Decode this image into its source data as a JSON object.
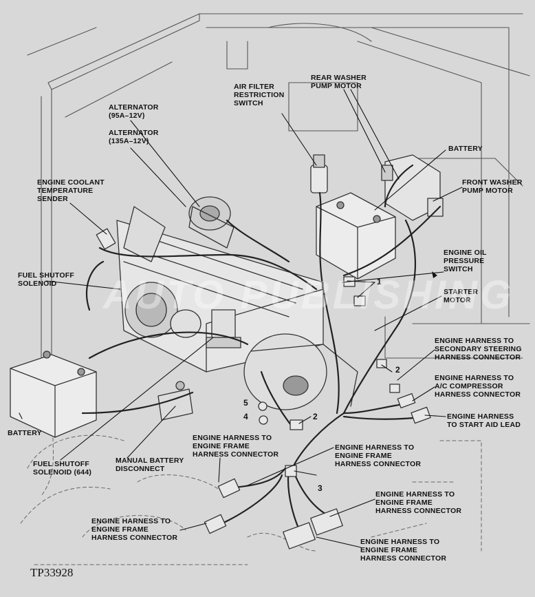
{
  "labels": {
    "air_filter_switch": [
      "AIR FILTER",
      "RESTRICTION",
      "SWITCH"
    ],
    "rear_washer": [
      "REAR WASHER",
      "PUMP MOTOR"
    ],
    "alternator_95": [
      "ALTERNATOR",
      "(95A–12V)"
    ],
    "alternator_135": [
      "ALTERNATOR",
      "(135A–12V)"
    ],
    "battery_top": [
      "BATTERY"
    ],
    "engine_coolant": [
      "ENGINE COOLANT",
      "TEMPERATURE",
      "SENDER"
    ],
    "front_washer": [
      "FRONT WASHER",
      "PUMP MOTOR"
    ],
    "engine_oil": [
      "ENGINE OIL",
      "PRESSURE",
      "SWITCH"
    ],
    "fuel_shutoff": [
      "FUEL SHUTOFF",
      "SOLENOID"
    ],
    "starter": [
      "STARTER",
      "MOTOR"
    ],
    "harness_secondary": [
      "ENGINE HARNESS TO",
      "SECONDARY STEERING",
      "HARNESS CONNECTOR"
    ],
    "harness_ac": [
      "ENGINE HARNESS TO",
      "A/C COMPRESSOR",
      "HARNESS CONNECTOR"
    ],
    "harness_start_aid": [
      "ENGINE HARNESS",
      "TO START AID LEAD"
    ],
    "battery_left": [
      "BATTERY"
    ],
    "frame_conn_1": [
      "ENGINE HARNESS TO",
      "ENGINE FRAME",
      "HARNESS CONNECTOR"
    ],
    "frame_conn_2": [
      "ENGINE HARNESS TO",
      "ENGINE FRAME",
      "HARNESS CONNECTOR"
    ],
    "fuel_shutoff_644": [
      "FUEL SHUTOFF",
      "SOLENOID (644)"
    ],
    "manual_battery": [
      "MANUAL BATTERY",
      "DISCONNECT"
    ],
    "frame_conn_3": [
      "ENGINE HARNESS TO",
      "ENGINE FRAME",
      "HARNESS CONNECTOR"
    ],
    "frame_conn_4": [
      "ENGINE HARNESS TO",
      "ENGINE FRAME",
      "HARNESS CONNECTOR"
    ],
    "frame_conn_5": [
      "ENGINE HARNESS TO",
      "ENGINE FRAME",
      "HARNESS CONNECTOR"
    ]
  },
  "callouts": {
    "c1": "1",
    "c2a": "2",
    "c2b": "2",
    "c3": "3",
    "c4": "4",
    "c5": "5"
  },
  "figure_id": "TP33928",
  "watermark": "AUTO PUBLISHING"
}
